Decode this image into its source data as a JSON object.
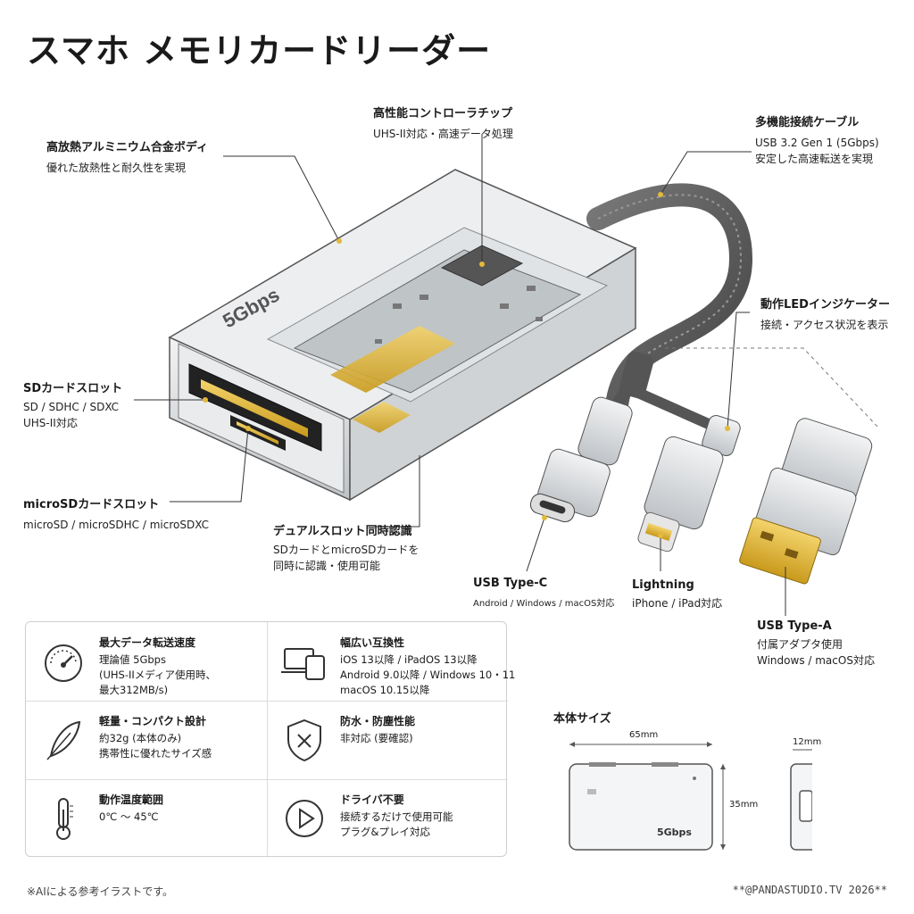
{
  "title": "スマホ メモリカードリーダー",
  "callouts": {
    "body": {
      "heading": "高放熱アルミニウム合金ボディ",
      "text": "優れた放熱性と耐久性を実現"
    },
    "chip": {
      "heading": "高性能コントローラチップ",
      "text": "UHS-II対応・高速データ処理"
    },
    "cable": {
      "heading": "多機能接続ケーブル",
      "lines": [
        "USB 3.2 Gen 1 (5Gbps)",
        "安定した高速転送を実現"
      ]
    },
    "led": {
      "heading": "動作LEDインジケーター",
      "text": "接続・アクセス状況を表示"
    },
    "sd": {
      "heading": "SDカードスロット",
      "lines": [
        "SD / SDHC / SDXC",
        "UHS-II対応"
      ]
    },
    "microsd": {
      "heading": "microSDカードスロット",
      "text": "microSD / microSDHC / microSDXC"
    },
    "dual": {
      "heading": "デュアルスロット同時認識",
      "lines": [
        "SDカードとmicroSDカードを",
        "同時に認識・使用可能"
      ]
    },
    "usbc": {
      "heading": "USB Type-C",
      "text": "Android / Windows / macOS対応"
    },
    "lightning": {
      "heading": "Lightning",
      "text": "iPhone / iPad対応"
    },
    "usba": {
      "heading": "USB Type-A",
      "lines": [
        "付属アダプタ使用",
        "Windows / macOS対応"
      ]
    }
  },
  "device_label": "5Gbps",
  "specs": [
    {
      "icon": "speedometer-icon",
      "heading": "最大データ転送速度",
      "lines": [
        "理論値 5Gbps",
        "(UHS-IIメディア使用時、",
        "最大312MB/s)"
      ]
    },
    {
      "icon": "devices-icon",
      "heading": "幅広い互換性",
      "lines": [
        "iOS 13以降 / iPadOS 13以降",
        "Android 9.0以降 / Windows 10・11",
        "macOS 10.15以降"
      ]
    },
    {
      "icon": "feather-icon",
      "heading": "軽量・コンパクト設計",
      "lines": [
        "約32g (本体のみ)",
        "携帯性に優れたサイズ感"
      ]
    },
    {
      "icon": "shield-x-icon",
      "heading": "防水・防塵性能",
      "lines": [
        "非対応 (要確認)"
      ]
    },
    {
      "icon": "thermometer-icon",
      "heading": "動作温度範囲",
      "lines": [
        "0℃ 〜 45℃"
      ]
    },
    {
      "icon": "play-icon",
      "heading": "ドライバ不要",
      "lines": [
        "接続するだけで使用可能",
        "プラグ&プレイ対応"
      ]
    }
  ],
  "dimensions": {
    "heading": "本体サイズ",
    "width": "65mm",
    "height": "35mm",
    "depth": "12mm",
    "label": "5Gbps"
  },
  "footer_left": "※AIによる参考イラストです。",
  "footer_right": "**@PANDASTUDIO.TV 2026**",
  "colors": {
    "gold": "#e2b93b",
    "aluminum": "#d9dcdf",
    "line": "#555555"
  }
}
